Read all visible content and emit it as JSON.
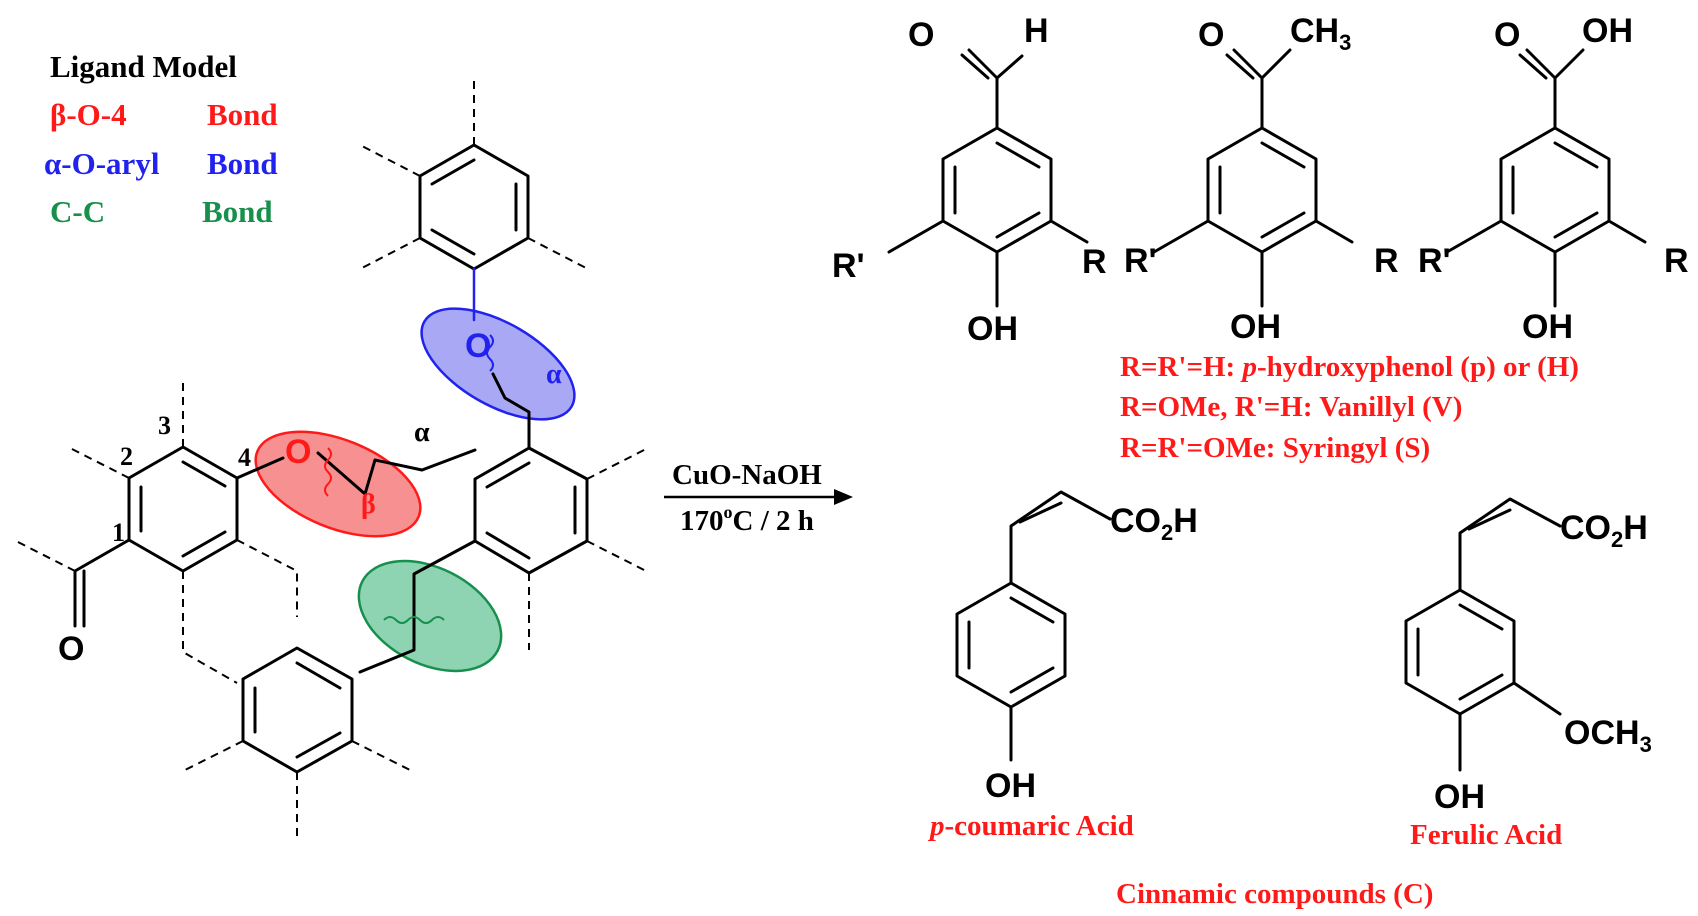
{
  "legend": {
    "title": "Ligand Model",
    "bonds": [
      {
        "name": "β-O-4",
        "label": "Bond",
        "color": "#ff1a1a"
      },
      {
        "name": "α-O-aryl",
        "label": "Bond",
        "color": "#2222ee"
      },
      {
        "name": "C-C",
        "label": "Bond",
        "color": "#16904c"
      }
    ]
  },
  "lignin": {
    "ring_positions": [
      "1",
      "2",
      "3",
      "4"
    ],
    "carbonyl_oxygen": "O",
    "ether_oxygen_beta": "O",
    "ether_oxygen_alpha": "O",
    "alpha_symbol": "α",
    "beta_symbol": "β",
    "ellipse_colors": {
      "beta_o4": "#ff1a1a",
      "alpha_o_aryl": "#2222ee",
      "c_c": "#16904c"
    }
  },
  "reaction": {
    "reagent": "CuO-NaOH",
    "temperature": "170",
    "temperature_unit": "o",
    "temperature_suffix": "C / 2 h"
  },
  "products": {
    "aldehyde": {
      "carbonyl_o": "O",
      "substituent": "H",
      "r_left": "R'",
      "r_right": "R",
      "oh": "OH"
    },
    "ketone": {
      "carbonyl_o": "O",
      "substituent": "CH",
      "substituent_sub": "3",
      "r_left": "R'",
      "r_right": "R",
      "oh": "OH"
    },
    "acid": {
      "carbonyl_o": "O",
      "substituent": "OH",
      "r_left": "R'",
      "r_right": "R",
      "oh": "OH"
    },
    "definitions": [
      {
        "prefix": "R=R'=H: ",
        "italic": "p",
        "rest": "-hydroxyphenol (p) or (H)"
      },
      {
        "prefix": "",
        "italic": "",
        "rest": "R=OMe, R'=H: Vanillyl (V)"
      },
      {
        "prefix": "",
        "italic": "",
        "rest": "R=R'=OMe: Syringyl (S)"
      }
    ]
  },
  "cinnamic": {
    "coumaric": {
      "acid_main": "CO",
      "acid_sub": "2",
      "acid_end": "H",
      "oh": "OH",
      "name_italic": "p",
      "name_rest": "-coumaric Acid"
    },
    "ferulic": {
      "acid_main": "CO",
      "acid_sub": "2",
      "acid_end": "H",
      "methoxy_main": "OCH",
      "methoxy_sub": "3",
      "oh": "OH",
      "name": "Ferulic Acid"
    },
    "group_label": "Cinnamic compounds (C)"
  }
}
